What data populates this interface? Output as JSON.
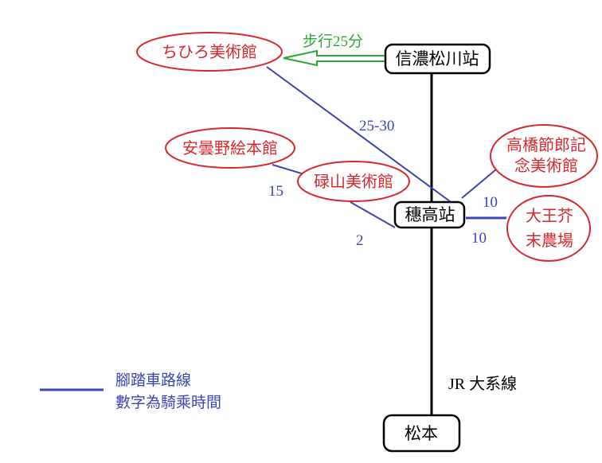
{
  "stations": {
    "shinano_matsukawa": "信濃松川站",
    "hotaka": "穗高站",
    "matsumoto": "松本"
  },
  "museums": {
    "chihiro": "ちひろ美術館",
    "azumino_ehon": "安曇野絵本館",
    "rokuzan": "碌山美術館",
    "takahashi_line1": "高橋節郎記",
    "takahashi_line2": "念美術館",
    "daio_line1": "大王芥",
    "daio_line2": "末農場"
  },
  "walk": {
    "label": "步行25分"
  },
  "times": {
    "chihiro_hotaka": "25-30",
    "ehon_rokuzan": "15",
    "rokuzan_hotaka": "2",
    "hotaka_takahashi": "10",
    "hotaka_daio": "10"
  },
  "rail_line": {
    "label": "JR 大系線"
  },
  "legend": {
    "line1": "腳踏車路線",
    "line2": "數字為騎乘時間"
  },
  "colors": {
    "rail": "#000000",
    "bike_route": "#3b44b0",
    "museum": "#d8282c",
    "walk": "#2ea63a"
  }
}
